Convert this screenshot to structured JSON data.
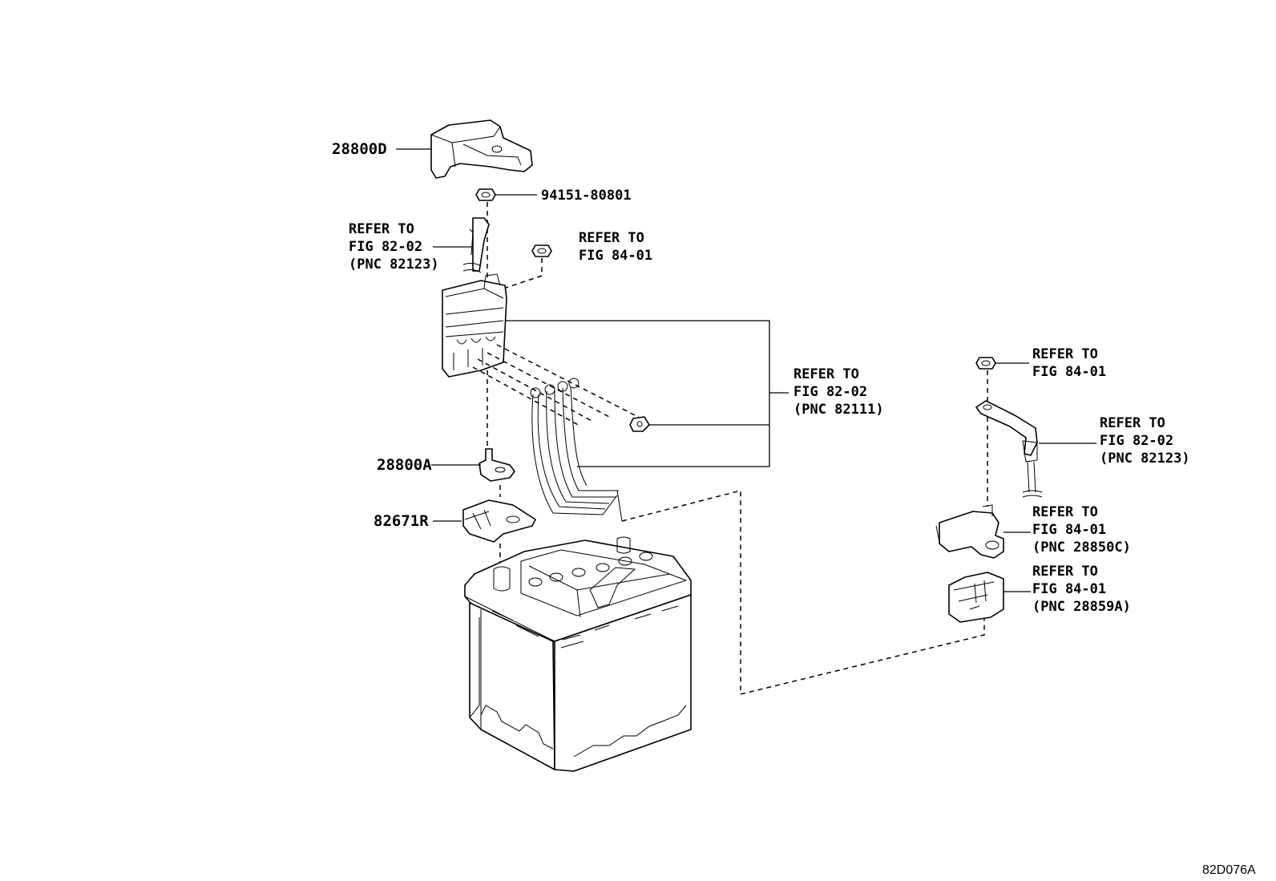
{
  "diagram": {
    "part_labels": {
      "p28800d": "28800D",
      "p9415180801": "94151-80801",
      "p28800a": "28800A",
      "p82671r": "82671R"
    },
    "refer_left_82123": [
      "REFER TO",
      "FIG 82-02",
      "(PNC 82123)"
    ],
    "refer_nut_8401": [
      "REFER TO",
      "FIG 84-01"
    ],
    "refer_82111": [
      "REFER TO",
      "FIG 82-02",
      "(PNC 82111)"
    ],
    "refer_right_nut": [
      "REFER TO",
      "FIG 84-01"
    ],
    "refer_right_82123": [
      "REFER TO",
      "FIG 82-02",
      "(PNC 82123)"
    ],
    "refer_28850c": [
      "REFER TO",
      "FIG 84-01",
      "(PNC 28850C)"
    ],
    "refer_28859a": [
      "REFER TO",
      "FIG 84-01",
      "(PNC 28859A)"
    ],
    "figure_code": "82D076A"
  }
}
